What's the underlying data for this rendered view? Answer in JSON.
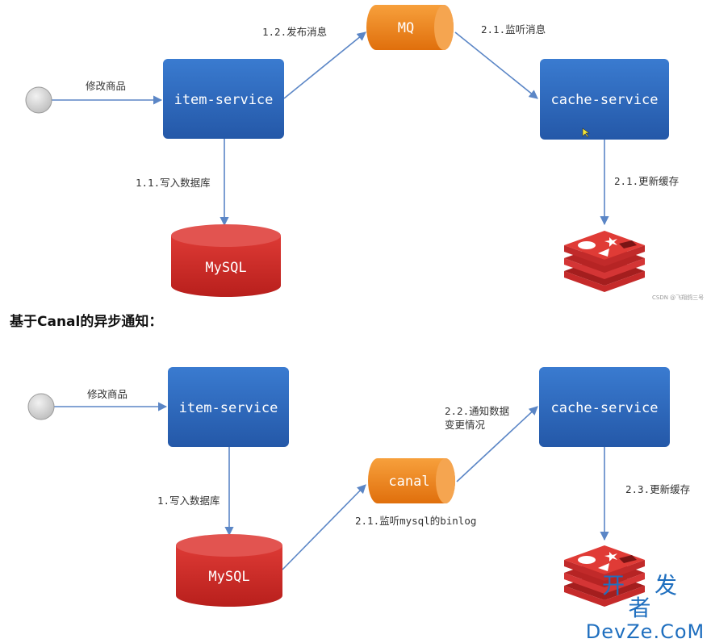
{
  "top_flow": {
    "user_edge_label": "修改商品",
    "item_service": "item-service",
    "mq": "MQ",
    "cache_service": "cache-service",
    "mysql": "MySQL",
    "publish_label": "1.2.发布消息",
    "listen_label": "2.1.监听消息",
    "write_db_label": "1.1.写入数据库",
    "update_cache_label": "2.1.更新缓存"
  },
  "section_heading": "基于Canal的异步通知：",
  "bottom_flow": {
    "user_edge_label": "修改商品",
    "item_service": "item-service",
    "canal": "canal",
    "cache_service": "cache-service",
    "mysql": "MySQL",
    "write_db_label": "1.写入数据库",
    "binlog_label": "2.1.监听mysql的binlog",
    "notify_label_line1": "2.2.通知数据",
    "notify_label_line2": "变更情况",
    "update_cache_label": "2.3.更新缓存"
  },
  "watermarks": {
    "csdn": "CSDN @飞翔鸽三号",
    "logo_cn": "开 发 者",
    "logo_en": "DevZe.CoM"
  },
  "colors": {
    "service_blue": "#2f6cc0",
    "queue_orange": "#f07f16",
    "db_red": "#cc2a26",
    "redis_red": "#d82b2b",
    "arrow_blue": "#5b86c6",
    "user_node_gray": "#d6d6d6"
  }
}
